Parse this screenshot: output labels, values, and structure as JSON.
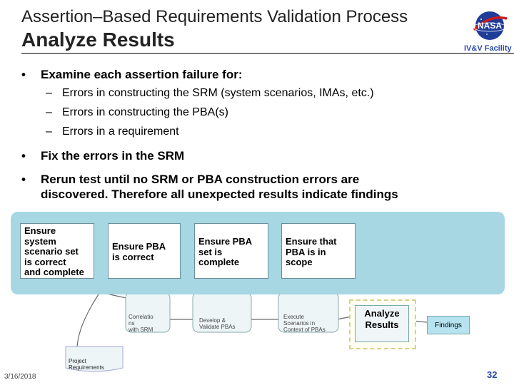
{
  "header": {
    "title": "Assertion–Based Requirements Validation Process",
    "subtitle": "Analyze Results",
    "logo_text": "NASA",
    "facility": "IV&V Facility"
  },
  "bullets": [
    {
      "marker": "•",
      "text": "Examine each assertion failure for:"
    },
    {
      "marker": "•",
      "text": "Fix the errors in the SRM"
    },
    {
      "marker": "•",
      "text": "Rerun test until no SRM or PBA construction errors are"
    },
    {
      "marker": "",
      "text": "discovered. Therefore all unexpected results indicate findings"
    }
  ],
  "subbullets": [
    {
      "marker": "–",
      "text": "Errors in constructing the SRM (system scenarios, IMAs, etc.)"
    },
    {
      "marker": "–",
      "text": "Errors in constructing the PBA(s)"
    },
    {
      "marker": "–",
      "text": "Errors in a requirement"
    }
  ],
  "cards": [
    {
      "lines": [
        "Ensure",
        "system",
        "scenario set",
        "is correct",
        "and complete"
      ]
    },
    {
      "lines": [
        "Ensure PBA",
        "is correct"
      ]
    },
    {
      "lines": [
        "Ensure PBA",
        "set  is",
        "complete"
      ]
    },
    {
      "lines": [
        "Ensure that",
        "PBA is in",
        "scope"
      ]
    }
  ],
  "process": {
    "step1": [
      "Correlatio",
      "ns",
      "with SRM"
    ],
    "step2": [
      "Develop &",
      "Validate PBAs"
    ],
    "step3": [
      "Execute",
      "Scenarios in",
      "Context of PBAs"
    ],
    "analyze": [
      "Analyze",
      "Results"
    ],
    "findings": "Findings",
    "project": [
      "Project",
      "Requirements"
    ]
  },
  "footer": {
    "date": "3/16/2018",
    "page": "32"
  },
  "colors": {
    "panel": "#a6d7e3",
    "facility_text": "#2a4aa8",
    "nasa_blue": "#1f3c99",
    "nasa_red": "#d01a1a"
  }
}
